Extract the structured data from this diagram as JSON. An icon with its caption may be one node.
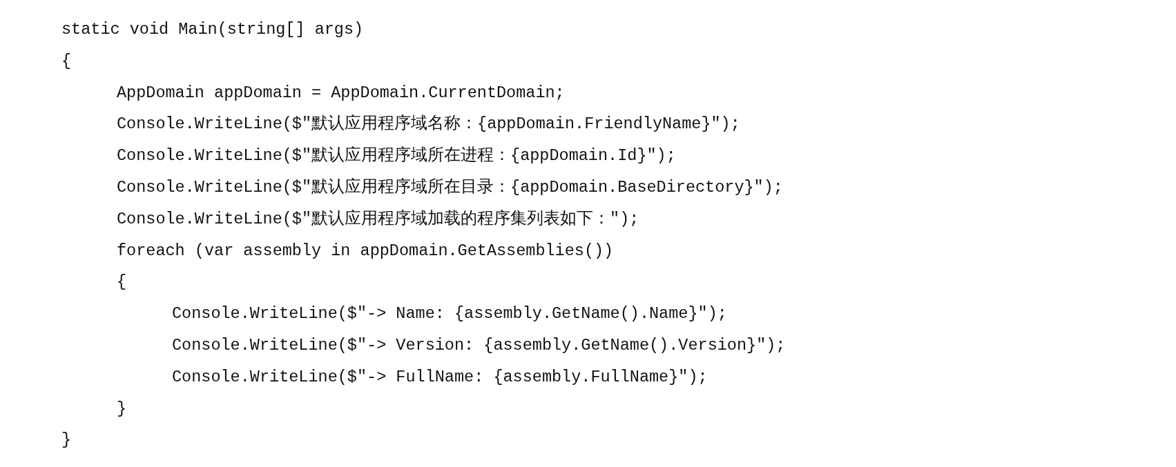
{
  "diagram": {
    "labels": [
      "static void Main(string[] args)",
      "{",
      "AppDomain appDomain = AppDomain.CurrentDomain;",
      "Console.WriteLine($\"默认应用程序域名称：{appDomain.FriendlyName}\");",
      "Console.WriteLine($\"默认应用程序域所在进程：{appDomain.Id}\");",
      "Console.WriteLine($\"默认应用程序域所在目录：{appDomain.BaseDirectory}\");",
      "Console.WriteLine($\"默认应用程序域加载的程序集列表如下：\");",
      "foreach (var assembly in appDomain.GetAssemblies())",
      "{",
      "Console.WriteLine($\"-> Name: {assembly.GetName().Name}\");",
      "Console.WriteLine($\"-> Version: {assembly.GetName().Version}\");",
      "Console.WriteLine($\"-> FullName: {assembly.FullName}\");",
      "}",
      "}"
    ]
  }
}
